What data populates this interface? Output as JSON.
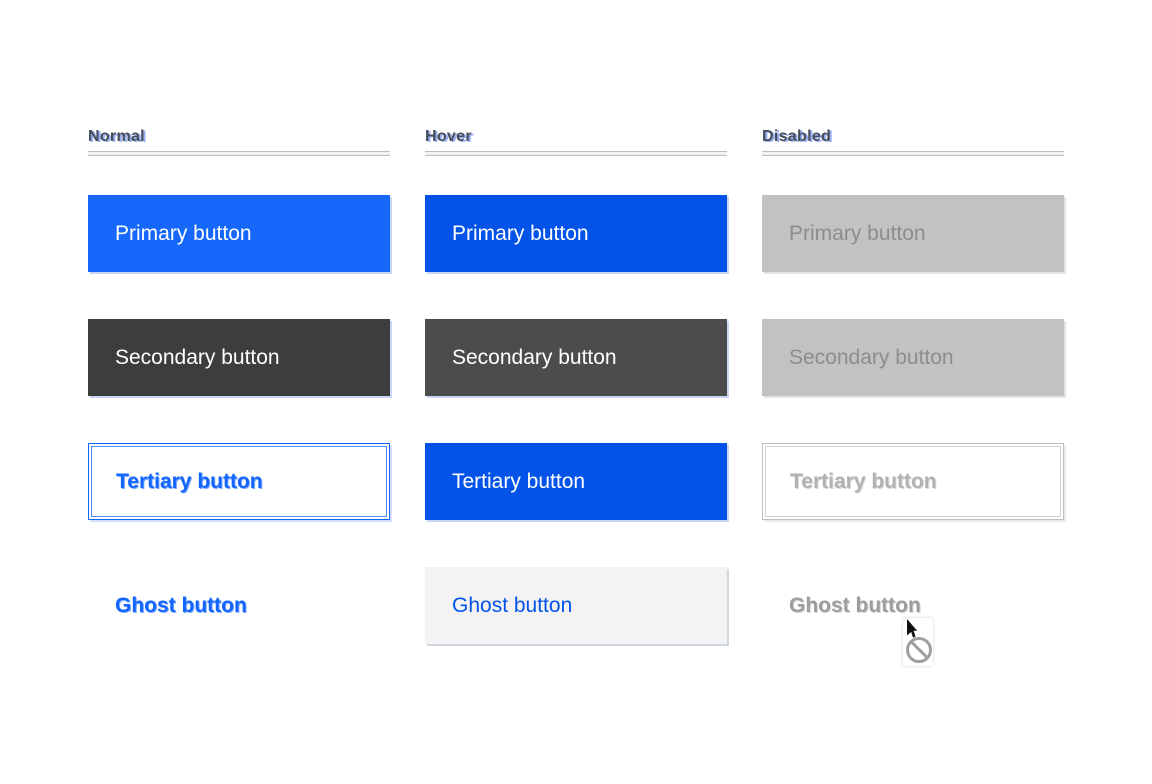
{
  "columns": [
    {
      "header": "Normal",
      "cells": [
        {
          "label": "Primary button"
        },
        {
          "label": "Secondary button"
        },
        {
          "label": "Tertiary button"
        },
        {
          "label": "Ghost button"
        }
      ]
    },
    {
      "header": "Hover",
      "cells": [
        {
          "label": "Primary button"
        },
        {
          "label": "Secondary button"
        },
        {
          "label": "Tertiary button"
        },
        {
          "label": "Ghost button"
        }
      ]
    },
    {
      "header": "Disabled",
      "cells": [
        {
          "label": "Primary button"
        },
        {
          "label": "Secondary button"
        },
        {
          "label": "Tertiary button"
        },
        {
          "label": "Ghost button"
        }
      ]
    }
  ],
  "icons": {
    "cursor": "arrow-pointer-icon",
    "blocked": "not-allowed-icon"
  },
  "colors": {
    "primary": "#1568fb",
    "primary_hover": "#0353e9",
    "secondary": "#3d3d3d",
    "secondary_hover": "#4c4c4c",
    "disabled_bg": "#c2c2c2",
    "disabled_text": "#8d8d8d",
    "tertiary_blue": "#1265fd",
    "tertiary_disabled": "#bfbfbf",
    "ghost_hover_bg": "#f3f3f3",
    "ghost_disabled_text": "#9d9d9d",
    "header_text": "#454e59"
  }
}
